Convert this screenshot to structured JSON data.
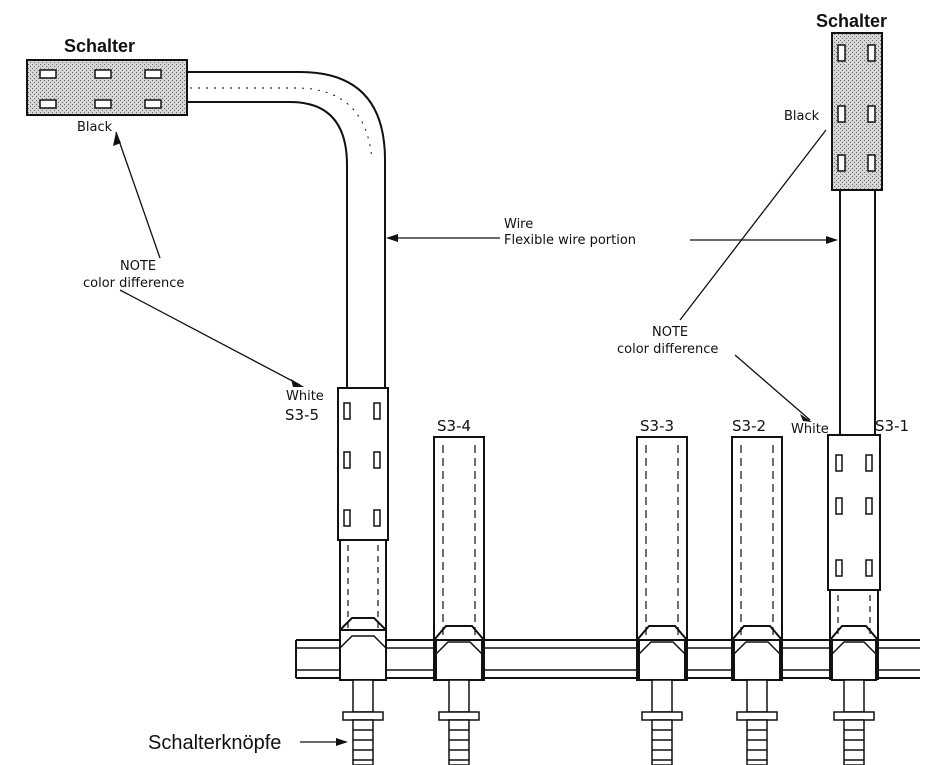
{
  "labels": {
    "switch_left": "Schalter",
    "switch_right": "Schalter",
    "black_left": "Black",
    "black_right": "Black",
    "note_left_1": "NOTE",
    "note_left_2": "color difference",
    "note_right_1": "NOTE",
    "note_right_2": "color difference",
    "wire_1": "Wire",
    "wire_2": "Flexible wire portion",
    "white_left": "White",
    "white_right": "White",
    "s3_5": "S3-5",
    "s3_4": "S3-4",
    "s3_3": "S3-3",
    "s3_2": "S3-2",
    "s3_1": "S3-1",
    "knobs": "Schalterknöpfe"
  },
  "colors": {
    "switch_fill": "#bdbdbd",
    "line": "#111111"
  }
}
